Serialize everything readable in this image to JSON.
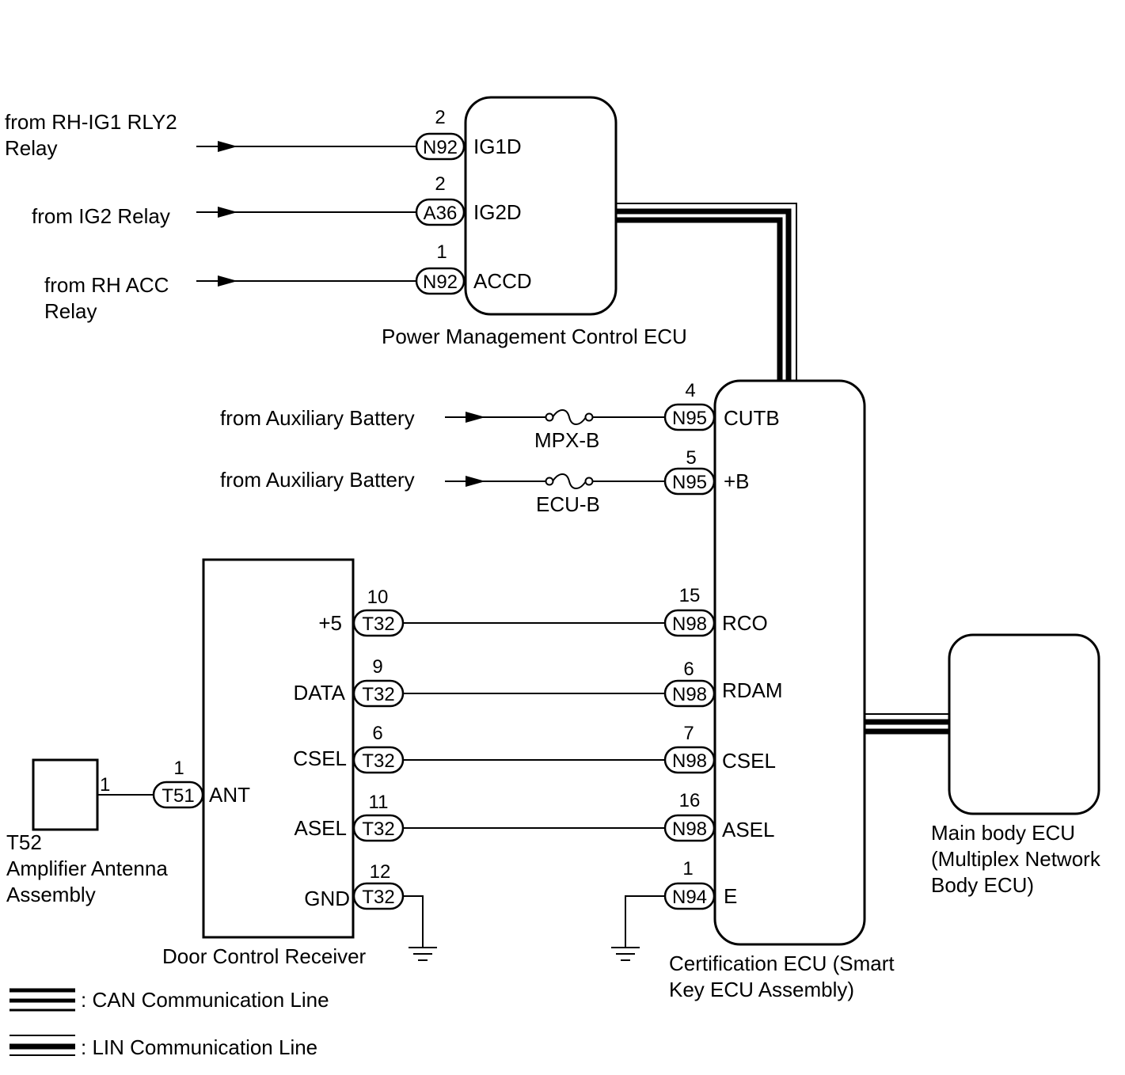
{
  "sources": {
    "rh_ig1": [
      "from RH-IG1 RLY2",
      "Relay"
    ],
    "ig2": "from IG2 Relay",
    "rh_acc": [
      "from RH ACC",
      "Relay"
    ],
    "aux1": "from Auxiliary Battery",
    "aux2": "from Auxiliary Battery"
  },
  "fuses": {
    "mpx_b": "MPX-B",
    "ecu_b": "ECU-B"
  },
  "pmc_ecu": {
    "name": "Power Management Control ECU",
    "pins": [
      {
        "connector": "N92",
        "pin": "2",
        "terminal": "IG1D"
      },
      {
        "connector": "A36",
        "pin": "2",
        "terminal": "IG2D"
      },
      {
        "connector": "N92",
        "pin": "1",
        "terminal": "ACCD"
      }
    ]
  },
  "cert_ecu": {
    "name": [
      "Certification ECU (Smart",
      "Key ECU Assembly)"
    ],
    "pins": [
      {
        "connector": "N95",
        "pin": "4",
        "terminal": "CUTB"
      },
      {
        "connector": "N95",
        "pin": "5",
        "terminal": "+B"
      },
      {
        "connector": "N98",
        "pin": "15",
        "terminal": "RCO"
      },
      {
        "connector": "N98",
        "pin": "6",
        "terminal": "RDAM"
      },
      {
        "connector": "N98",
        "pin": "7",
        "terminal": "CSEL"
      },
      {
        "connector": "N98",
        "pin": "16",
        "terminal": "ASEL"
      },
      {
        "connector": "N94",
        "pin": "1",
        "terminal": "E"
      }
    ]
  },
  "door_receiver": {
    "name": "Door Control Receiver",
    "ant": {
      "connector": "T51",
      "pin": "1",
      "terminal": "ANT"
    },
    "pins": [
      {
        "connector": "T32",
        "pin": "10",
        "terminal": "+5"
      },
      {
        "connector": "T32",
        "pin": "9",
        "terminal": "DATA"
      },
      {
        "connector": "T32",
        "pin": "6",
        "terminal": "CSEL"
      },
      {
        "connector": "T32",
        "pin": "11",
        "terminal": "ASEL"
      },
      {
        "connector": "T32",
        "pin": "12",
        "terminal": "GND"
      }
    ]
  },
  "amp_antenna": {
    "pin": "1",
    "lines": [
      "T52",
      "Amplifier Antenna",
      "Assembly"
    ]
  },
  "main_body_ecu": {
    "lines": [
      "Main body ECU",
      "(Multiplex Network",
      "Body ECU)"
    ]
  },
  "legend": {
    "can": ": CAN Communication Line",
    "lin": ": LIN Communication Line"
  }
}
